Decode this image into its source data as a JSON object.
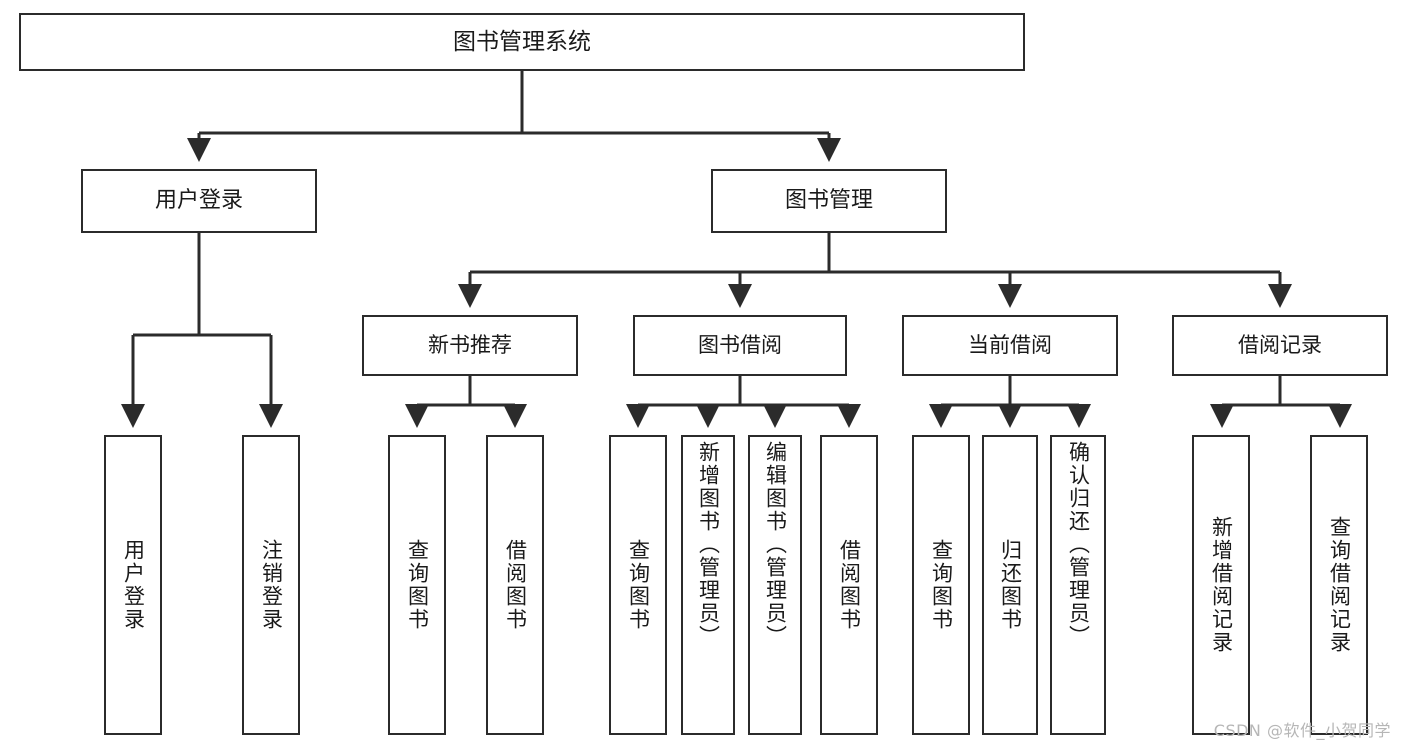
{
  "diagram": {
    "title": "图书管理系统",
    "watermark": "CSDN @软件_小贺同学",
    "colors": {
      "stroke": "#2b2b2b",
      "fill": "#ffffff",
      "text": "#1a1a1a",
      "watermark": "#b6b6b6"
    },
    "root": {
      "label": "图书管理系统"
    },
    "level2": [
      {
        "label": "用户登录"
      },
      {
        "label": "图书管理"
      }
    ],
    "level3": [
      {
        "label": "新书推荐"
      },
      {
        "label": "图书借阅"
      },
      {
        "label": "当前借阅"
      },
      {
        "label": "借阅记录"
      }
    ],
    "leaves": {
      "login": [
        {
          "label": "用户登录"
        },
        {
          "label": "注销登录"
        }
      ],
      "newbook": [
        {
          "label": "查询图书"
        },
        {
          "label": "借阅图书"
        }
      ],
      "borrow": [
        {
          "label": "查询图书"
        },
        {
          "label": "新增图书（管理员）"
        },
        {
          "label": "编辑图书（管理员）"
        },
        {
          "label": "借阅图书"
        }
      ],
      "current": [
        {
          "label": "查询图书"
        },
        {
          "label": "归还图书"
        },
        {
          "label": "确认归还（管理员）"
        }
      ],
      "record": [
        {
          "label": "新增借阅记录"
        },
        {
          "label": "查询借阅记录"
        }
      ]
    }
  }
}
